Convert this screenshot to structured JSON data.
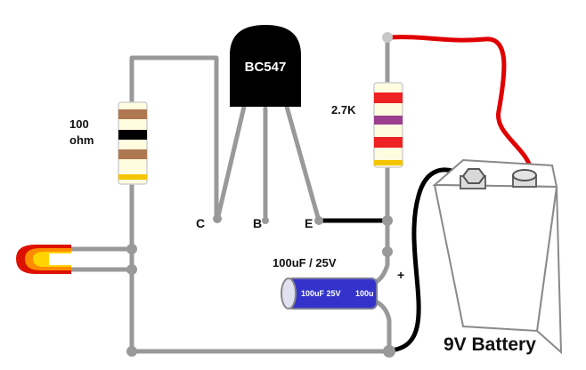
{
  "transistor": {
    "part": "BC547",
    "pins": {
      "c": "C",
      "b": "B",
      "e": "E"
    }
  },
  "resistor_left": {
    "value": "100",
    "unit": "ohm"
  },
  "resistor_right": {
    "value": "2.7K"
  },
  "capacitor": {
    "rating": "100uF / 25V",
    "body_text_1": "100uF 25V",
    "body_text_2": "100u",
    "polarity": "+"
  },
  "battery": {
    "label": "9V Battery"
  },
  "colors": {
    "wire": "#999999",
    "wire_positive": "#e00000",
    "wire_negative": "#000000",
    "capacitor_body": "#3333cc"
  }
}
